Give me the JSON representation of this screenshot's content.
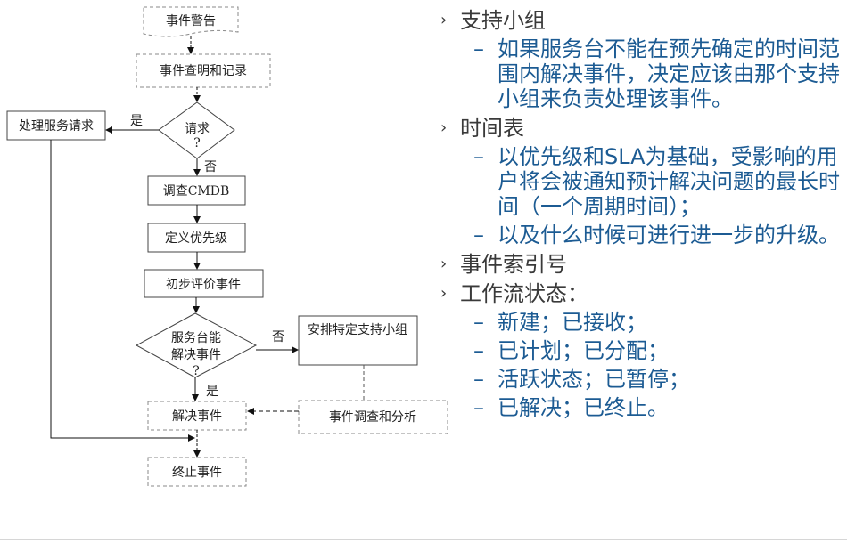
{
  "colors": {
    "heading_text": "#3a3a3a",
    "sub_text": "#1c5b93",
    "line": "#222222",
    "dashed_box": "#888888"
  },
  "flowchart": {
    "nodes": {
      "alert": "事件警告",
      "identify_record": "事件查明和记录",
      "request_decision": "请求",
      "request_q": "?",
      "handle_service_request": "处理服务请求",
      "check_cmdb": "调查CMDB",
      "define_priority": "定义优先级",
      "initial_assess": "初步评价事件",
      "desk_can_resolve_1": "服务台能",
      "desk_can_resolve_2": "解决事件",
      "desk_can_resolve_q": "?",
      "assign_support_group": "安排特定支持小组",
      "investigate_analyze": "事件调查和分析",
      "resolve": "解决事件",
      "close": "终止事件"
    },
    "labels": {
      "yes_1": "是",
      "no_1": "否",
      "no_2": "否",
      "yes_2": "是"
    }
  },
  "bullets": [
    {
      "heading": "支持小组",
      "marker": "›",
      "subitems": [
        "如果服务台不能在预先确定的时间范围内解决事件，决定应该由那个支持小组来负责处理该事件。"
      ]
    },
    {
      "heading": "时间表",
      "marker": "›",
      "subitems": [
        "以优先级和SLA为基础，受影响的用户将会被通知预计解决问题的最长时间（一个周期时间）；",
        "以及什么时候可进行进一步的升级。"
      ]
    },
    {
      "heading": "事件索引号",
      "marker": "›",
      "subitems": []
    },
    {
      "heading": "工作流状态：",
      "marker": "›",
      "subitems": [
        "新建；已接收；",
        "已计划；已分配；",
        "活跃状态；已暂停；",
        " 已解决；已终止。"
      ]
    }
  ],
  "dash": "–"
}
